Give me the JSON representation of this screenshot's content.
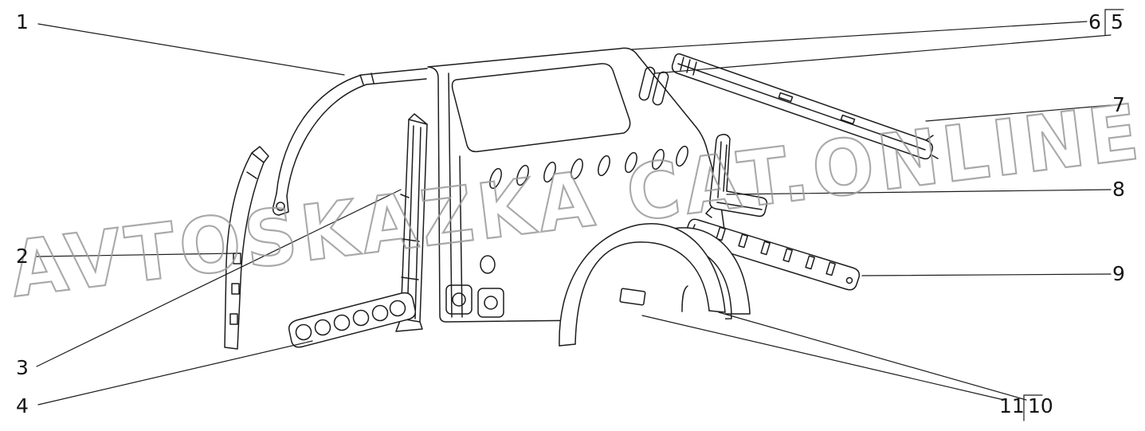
{
  "watermark": {
    "text": "AVTOSKAZKA CAT.ONLINE"
  },
  "colors": {
    "ink": "#1c1c1c",
    "watermark": "#9b9b9b",
    "background": "#ffffff"
  },
  "callouts": [
    {
      "label": "1"
    },
    {
      "label": "2"
    },
    {
      "label": "3"
    },
    {
      "label": "4"
    },
    {
      "label": "5"
    },
    {
      "label": "6"
    },
    {
      "label": "7"
    },
    {
      "label": "8"
    },
    {
      "label": "9"
    },
    {
      "label": "10"
    },
    {
      "label": "11"
    }
  ]
}
